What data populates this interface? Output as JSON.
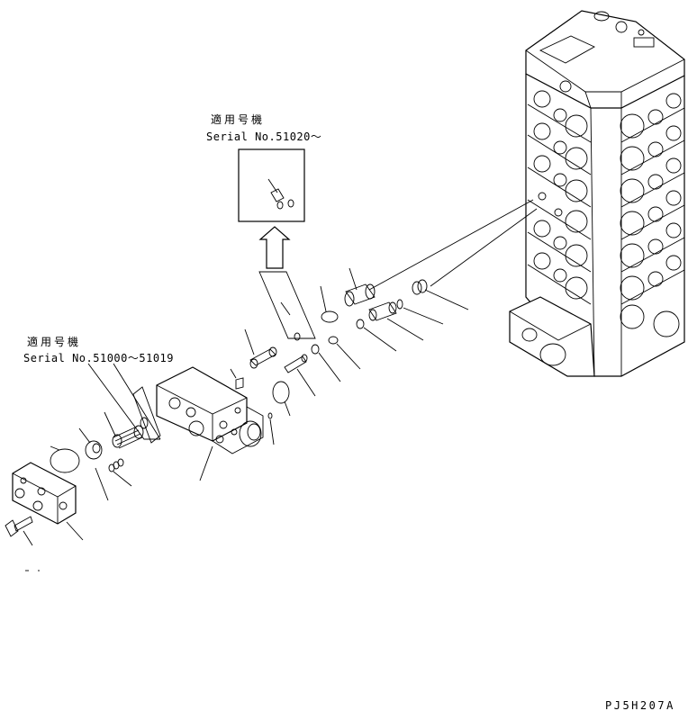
{
  "labels": {
    "applicable_top": "適用号機",
    "serial_top": "Serial No.51020～",
    "applicable_left": "適用号機",
    "serial_left": "Serial No.51000～51019",
    "figure_code": "PJ5H207A"
  },
  "colors": {
    "line": "#000000",
    "background": "#ffffff"
  }
}
